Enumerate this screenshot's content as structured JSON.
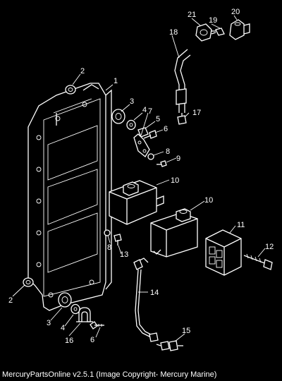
{
  "diagram": {
    "callouts": [
      "1",
      "2",
      "2",
      "3",
      "3",
      "4",
      "4",
      "5",
      "6",
      "6",
      "7",
      "8",
      "8",
      "9",
      "10",
      "10",
      "11",
      "12",
      "13",
      "14",
      "15",
      "16",
      "17",
      "18",
      "19",
      "20",
      "21"
    ],
    "parts": [
      "mounting-plate",
      "grommet",
      "bushing",
      "washer",
      "retainer",
      "screw",
      "bracket",
      "washer-small",
      "screw-small",
      "ignition-coil",
      "switch-box",
      "bolt",
      "screw-coil",
      "spark-plug-lead",
      "spark-plug",
      "cable-clamp",
      "fitting",
      "hose",
      "hose-clamp",
      "elbow-fitting",
      "valve"
    ]
  },
  "footer": {
    "caption": "MercuryPartsOnline v2.5.1 (Image Copyright- Mercury Marine)"
  }
}
